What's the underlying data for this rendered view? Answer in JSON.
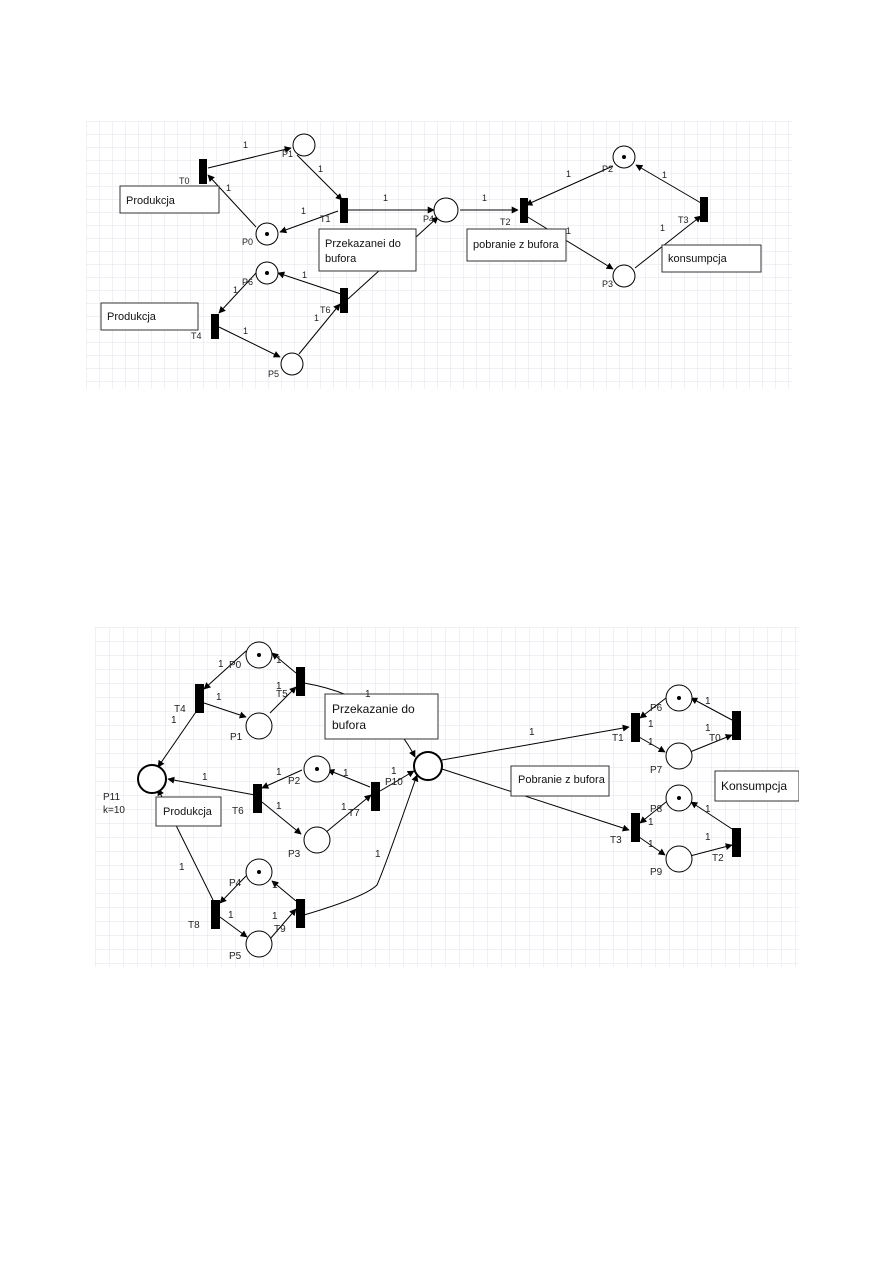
{
  "diagram1": {
    "places": [
      "P0",
      "P1",
      "P2",
      "P3",
      "P4",
      "P5",
      "P6"
    ],
    "transitions": [
      "T0",
      "T1",
      "T2",
      "T3",
      "T4",
      "T6"
    ],
    "boxes": {
      "produkcja_a": "Produkcja",
      "produkcja_b": "Produkcja",
      "przekazanie_line1": "Przekazanei do",
      "przekazanie_line2": "bufora",
      "pobranie": "pobranie z bufora",
      "konsumpcja": "konsumpcja"
    },
    "weight": "1"
  },
  "diagram2": {
    "places": [
      "P0",
      "P1",
      "P2",
      "P3",
      "P4",
      "P5",
      "P6",
      "P7",
      "P8",
      "P9",
      "P10",
      "P11"
    ],
    "capacity": "k=10",
    "transitions": [
      "T1",
      "T2",
      "T3",
      "T4",
      "T5",
      "T6",
      "T7",
      "T8",
      "T9",
      "T0"
    ],
    "boxes": {
      "przekazanie_line1": "Przekazanie do",
      "przekazanie_line2": "bufora",
      "produkcja": "Produkcja",
      "pobranie": "Pobranie z bufora",
      "konsumpcja": "Konsumpcja"
    },
    "weight": "1"
  }
}
